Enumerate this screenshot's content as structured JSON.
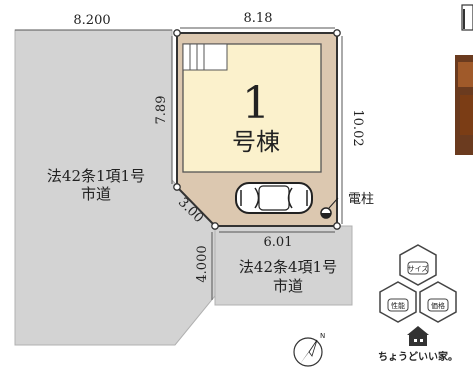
{
  "dimensions": {
    "road_top_width": "8.200",
    "lot_top": "8.18",
    "lot_left": "7.89",
    "lot_right": "10.02",
    "lot_bottom": "6.01",
    "lot_corner": "3.00",
    "road_south_width": "4.000"
  },
  "building": {
    "number": "1",
    "label": "号棟"
  },
  "roads": {
    "west": {
      "line1": "法42条1項1号",
      "line2": "市道"
    },
    "south": {
      "line1": "法42条4項1号",
      "line2": "市道"
    }
  },
  "utility_pole_label": "電柱",
  "badge": {
    "top": "サイズ",
    "left": "性能",
    "right": "価格",
    "tagline": "ちょうどいい家。"
  },
  "colors": {
    "road_gray": "#d3d3d3",
    "lot_tan": "#dcc8b0",
    "building_cream": "#fbf1cc",
    "badge_stroke": "#444444"
  }
}
